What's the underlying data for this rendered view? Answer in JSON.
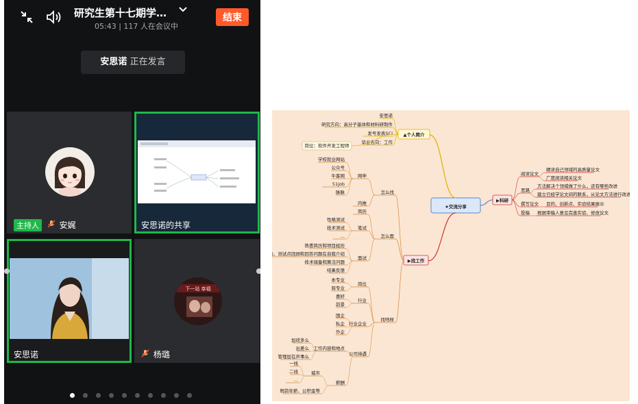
{
  "meeting": {
    "title": "研究生第十七期学…",
    "duration": "05:43",
    "participants": "117 人在会议中",
    "end_label": "结束",
    "speaking_name": "安思诺",
    "speaking_suffix": "正在发言"
  },
  "tiles": [
    {
      "name": "安娓",
      "badge": "主持人",
      "muted": true
    },
    {
      "name": "安思诺的共享",
      "badge": "",
      "muted": false
    },
    {
      "name": "安思诺",
      "badge": "",
      "muted": false
    },
    {
      "name": "杨璐",
      "badge": "",
      "muted": true
    }
  ],
  "thumb_banner": "下一站 幸福",
  "page_dots": {
    "count": 10,
    "active": 0
  },
  "icons": {
    "collapse": "collapse-arrows-icon",
    "speaker": "speaker-icon",
    "mic_muted": "mic-muted-icon",
    "chevron": "chevron-down-icon"
  },
  "colors": {
    "end_button": "#ff5a2b",
    "highlight": "#1fb84a",
    "mindmap_bg": "#fbe6d3"
  },
  "mindmap": {
    "root": "交流分享",
    "branches": [
      {
        "label": "个人简介",
        "children": [
          {
            "label": "安思诺"
          },
          {
            "label": "研究方向：高分子基体和材料研制件"
          },
          {
            "label": "发号发表SCI"
          },
          {
            "label": "毕业去向：工作"
          },
          {
            "label": "岗位：软件开发工程师"
          }
        ]
      },
      {
        "label": "科研",
        "children": [
          {
            "label": "阅读论文",
            "children": [
              {
                "label": "精读自己领域的高质量论文"
              },
              {
                "label": "广度阅读相关论文"
              }
            ]
          },
          {
            "label": "思路",
            "children": [
              {
                "label": "方法解决个领域做了什么，还有哪些改进"
              },
              {
                "label": "建立已经学论文间的联系，从论文方法进行改进"
              }
            ]
          },
          {
            "label": "撰写论文",
            "children": [
              {
                "label": "目的、创新点、实验结果展示"
              }
            ]
          },
          {
            "label": "投稿",
            "children": [
              {
                "label": "根据审稿人意见完善实验、修改论文"
              }
            ]
          }
        ]
      },
      {
        "label": "找工作",
        "children": [
          {
            "label": "怎么找",
            "children": [
              {
                "label": "网申",
                "children": [
                  {
                    "label": "学校就业网站"
                  },
                  {
                    "label": "公众号"
                  },
                  {
                    "label": "牛客网"
                  },
                  {
                    "label": "51job"
                  },
                  {
                    "label": "脉脉"
                  }
                ]
              },
              {
                "label": "内推"
              }
            ]
          },
          {
            "label": "怎么面",
            "children": [
              {
                "label": "简历"
              },
              {
                "label": "笔试",
                "children": [
                  {
                    "label": "性格测试"
                  },
                  {
                    "label": "技术测试"
                  },
                  {
                    "label": "..."
                  }
                ]
              },
              {
                "label": "面试",
                "children": [
                  {
                    "label": "熟悉简历和项目经历"
                  },
                  {
                    "label": "选择代表、测试点回顾和回答问题在自我介绍"
                  },
                  {
                    "label": "技术储备和算法问题"
                  },
                  {
                    "label": "结果反馈"
                  }
                ]
              }
            ]
          },
          {
            "label": "找啥样",
            "children": [
              {
                "label": "岗位",
                "children": [
                  {
                    "label": "本专业"
                  },
                  {
                    "label": "跨专业"
                  }
                ]
              },
              {
                "label": "行业",
                "children": [
                  {
                    "label": "喜好"
                  },
                  {
                    "label": "前景"
                  }
                ]
              },
              {
                "label": "行业企业",
                "children": [
                  {
                    "label": "国企"
                  },
                  {
                    "label": "私企"
                  },
                  {
                    "label": "外企"
                  }
                ]
              },
              {
                "label": "公司待遇",
                "children": [
                  {
                    "label": "工作内容和地点",
                    "children": [
                      {
                        "label": "加班多么"
                      },
                      {
                        "label": "出差么"
                      },
                      {
                        "label": "管理层在声事么"
                      }
                    ]
                  },
                  {
                    "label": "薪酬",
                    "children": [
                      {
                        "label": "城市",
                        "children": [
                          {
                            "label": "一线"
                          },
                          {
                            "label": "二线"
                          },
                          {
                            "label": "..."
                          }
                        ]
                      },
                      {
                        "label": "税前年薪、公积金等"
                      }
                    ]
                  }
                ]
              }
            ]
          }
        ]
      }
    ]
  }
}
